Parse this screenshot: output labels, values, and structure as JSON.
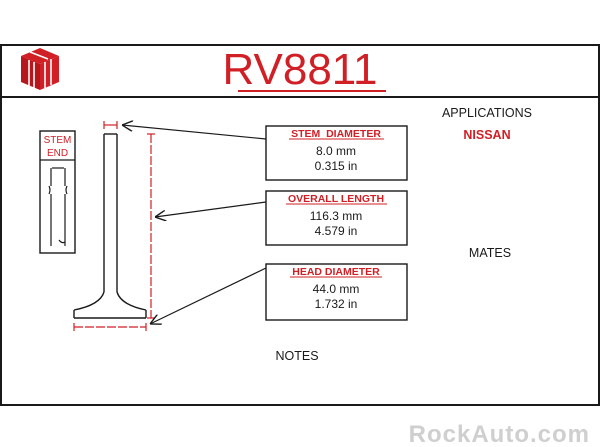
{
  "part_number": "RV8811",
  "stem_end_label_line1": "STEM",
  "stem_end_label_line2": "END",
  "stem_diameter": {
    "title": "STEM  DIAMETER",
    "mm": "8.0 mm",
    "in": "0.315 in"
  },
  "overall_length": {
    "title": "OVERALL LENGTH",
    "mm": "116.3 mm",
    "in": "4.579 in"
  },
  "head_diameter": {
    "title": "HEAD DIAMETER",
    "mm": "44.0 mm",
    "in": "1.732 in"
  },
  "applications_heading": "APPLICATIONS",
  "application_make": "NISSAN",
  "mates_heading": "MATES",
  "notes_heading": "NOTES",
  "watermark": "RockAuto.com",
  "colors": {
    "accent_red": "#d11f26",
    "line_black": "#1a1a1a",
    "watermark_gray": "#cfcfcf"
  },
  "icons": {
    "logo": "rockauto-cube-logo-icon"
  }
}
